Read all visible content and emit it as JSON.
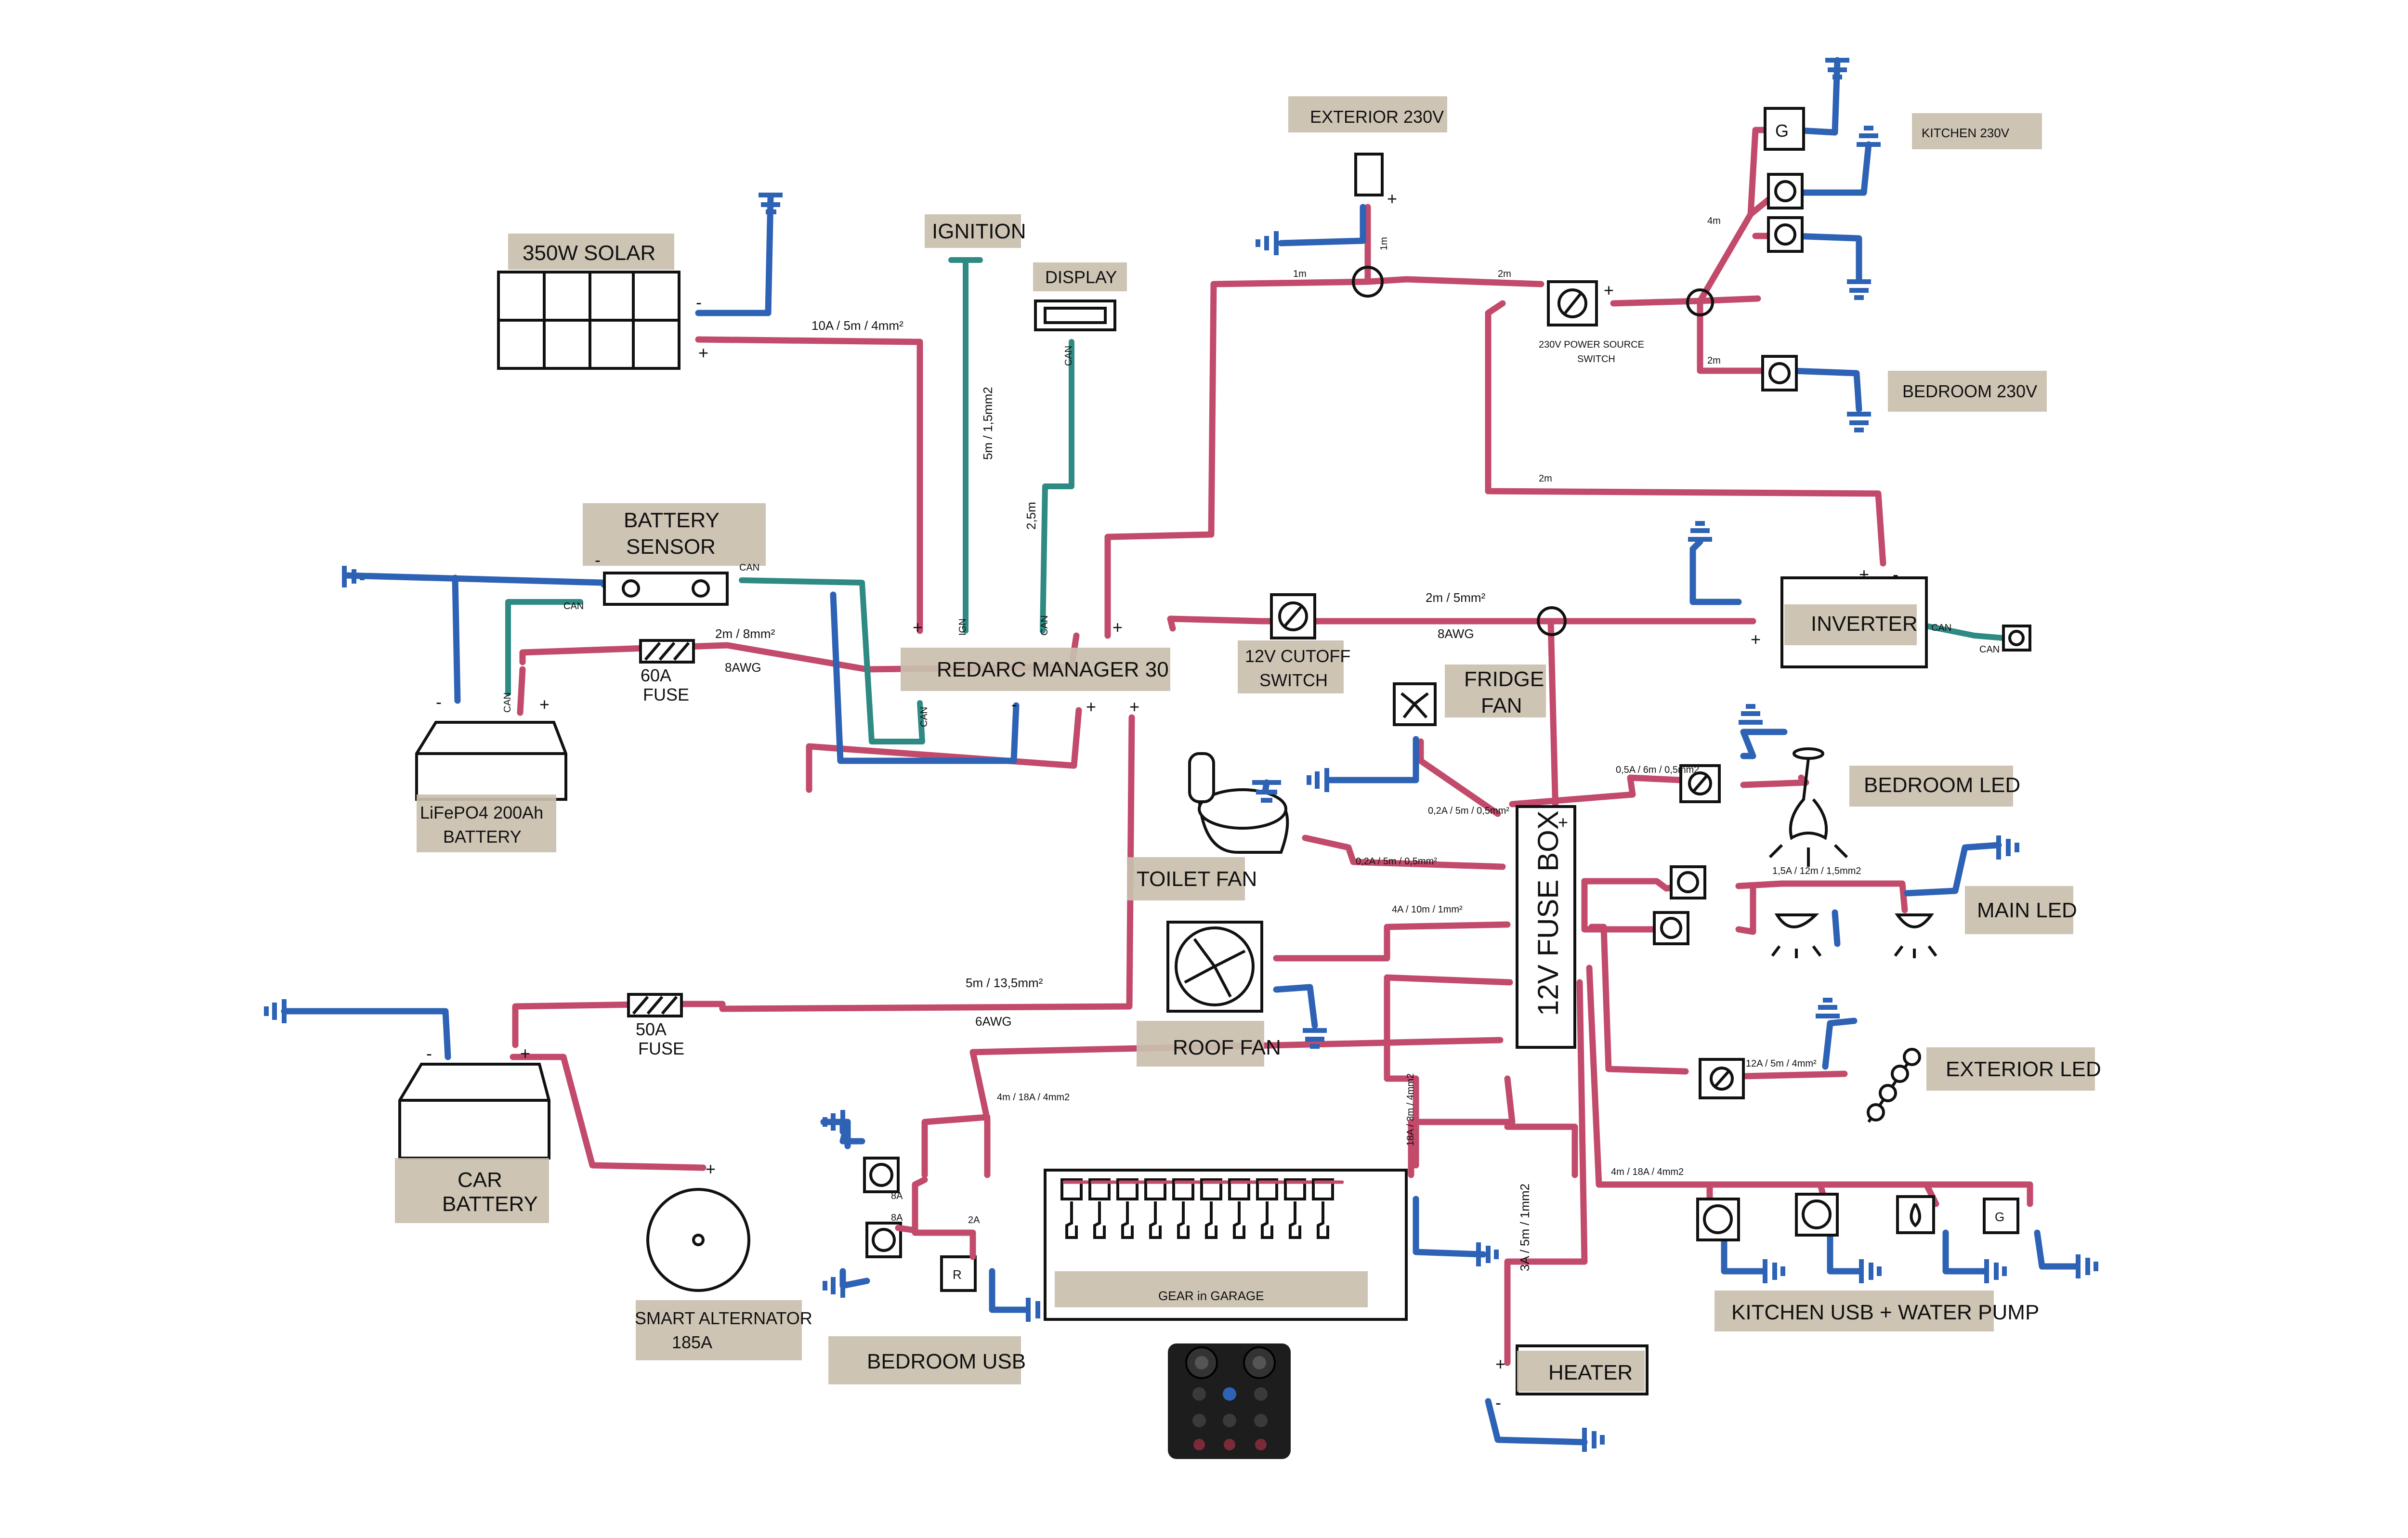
{
  "diagram": {
    "labels": {
      "solar": "350W SOLAR",
      "ignition": "IGNITION",
      "display": "DISPLAY",
      "exterior_230v": "EXTERIOR 230V",
      "kitchen_230v": "KITCHEN 230V",
      "bedroom_230v": "BEDROOM 230V",
      "power_source_switch_1": "230V POWER SOURCE",
      "power_source_switch_2": "SWITCH",
      "battery_sensor_1": "BATTERY",
      "battery_sensor_2": "SENSOR",
      "redarc": "REDARC MANAGER 30",
      "inverter": "INVERTER",
      "cutoff_1": "12V CUTOFF",
      "cutoff_2": "SWITCH",
      "fridge_fan_1": "FRIDGE",
      "fridge_fan_2": "FAN",
      "bedroom_led": "BEDROOM LED",
      "main_led": "MAIN LED",
      "exterior_led": "EXTERIOR LED",
      "toilet_fan": "TOILET FAN",
      "roof_fan": "ROOF FAN",
      "fuse_box": "12V FUSE BOX",
      "lifepo4_1": "LiFePO4 200Ah",
      "lifepo4_2": "BATTERY",
      "fuse_60a_1": "60A",
      "fuse_60a_2": "FUSE",
      "fuse_50a_1": "50A",
      "fuse_50a_2": "FUSE",
      "car_battery_1": "CAR",
      "car_battery_2": "BATTERY",
      "alternator_1": "SMART ALTERNATOR",
      "alternator_2": "185A",
      "bedroom_usb": "BEDROOM USB",
      "gear_garage": "GEAR in GARAGE",
      "heater": "HEATER",
      "kitchen_usb": "KITCHEN USB + WATER PUMP"
    },
    "wire_specs": {
      "solar": "10A / 5m / 4mm²",
      "ignition": "5m / 1,5mm2",
      "display": "2,5m",
      "battery": "2m / 8mm²",
      "battery_awg": "8AWG",
      "inverter": "2m / 5mm²",
      "inverter_awg": "8AWG",
      "car": "5m / 13,5mm²",
      "car_awg": "6AWG",
      "ext230_1m": "1m",
      "ext230_up": "1m",
      "switch_2m": "2m",
      "inv_2m": "2m",
      "kitchen_4m": "4m",
      "bedroom_2m": "2m",
      "fridge": "0,2A / 5m / 0,5mm²",
      "toilet": "0,2A / 5m / 0,5mm²",
      "roof": "4A / 10m / 1mm²",
      "bedroom_led": "0,5A / 6m / 0,5mm2",
      "main_led": "1,5A / 12m / 1,5mm2",
      "exterior_led": "12A / 5m / 4mm²",
      "usb_left": "4m / 18A / 4mm2",
      "garage": "18A / 3m / 4mm2",
      "heater": "3A / 5m / 1mm2",
      "kitchen_usb": "4m / 18A / 4mm2",
      "usb_8a_1": "8A",
      "usb_8a_2": "8A",
      "usb_2a": "2A"
    },
    "terminals": {
      "can": "CAN",
      "ign": "IGN",
      "plus": "+",
      "minus": "-"
    }
  },
  "colors": {
    "positive_wire": "#c24a6b",
    "ground_wire": "#2d62b5",
    "can_wire": "#2e8a83",
    "label_tape": "#c9bfae"
  }
}
